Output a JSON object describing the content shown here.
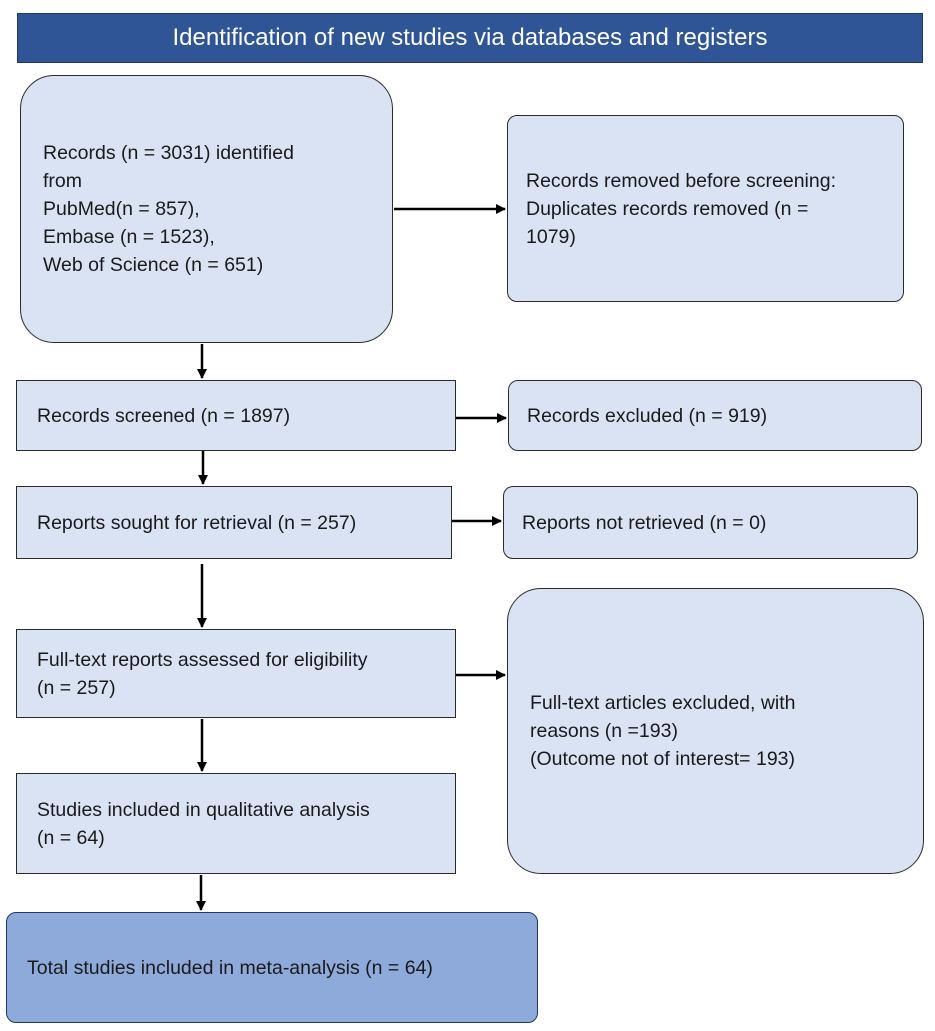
{
  "header": {
    "title": "Identification of new studies via databases and registers"
  },
  "boxes": {
    "records_identified": "Records (n = 3031) identified\nfrom\nPubMed(n = 857),\nEmbase (n = 1523),\nWeb of Science (n = 651)",
    "records_removed": "Records removed before screening:\nDuplicates records removed (n =\n1079)",
    "records_screened": "Records screened (n = 1897)",
    "records_excluded": "Records excluded (n = 919)",
    "reports_sought": "Reports sought for retrieval (n = 257)",
    "reports_not_retrieved": "Reports not retrieved (n = 0)",
    "fulltext_assessed": "Full-text reports assessed for eligibility\n(n = 257)",
    "fulltext_excluded": "Full-text articles excluded, with\nreasons (n  =193)\n(Outcome not of interest= 193)",
    "qualitative": "Studies included in qualitative analysis\n(n = 64)",
    "meta_analysis": "Total studies included in meta-analysis (n = 64)"
  },
  "colors": {
    "header_fill": "#2f5597",
    "box_fill": "#dae3f3",
    "final_fill": "#8eaadb",
    "arrow": "#000000"
  }
}
